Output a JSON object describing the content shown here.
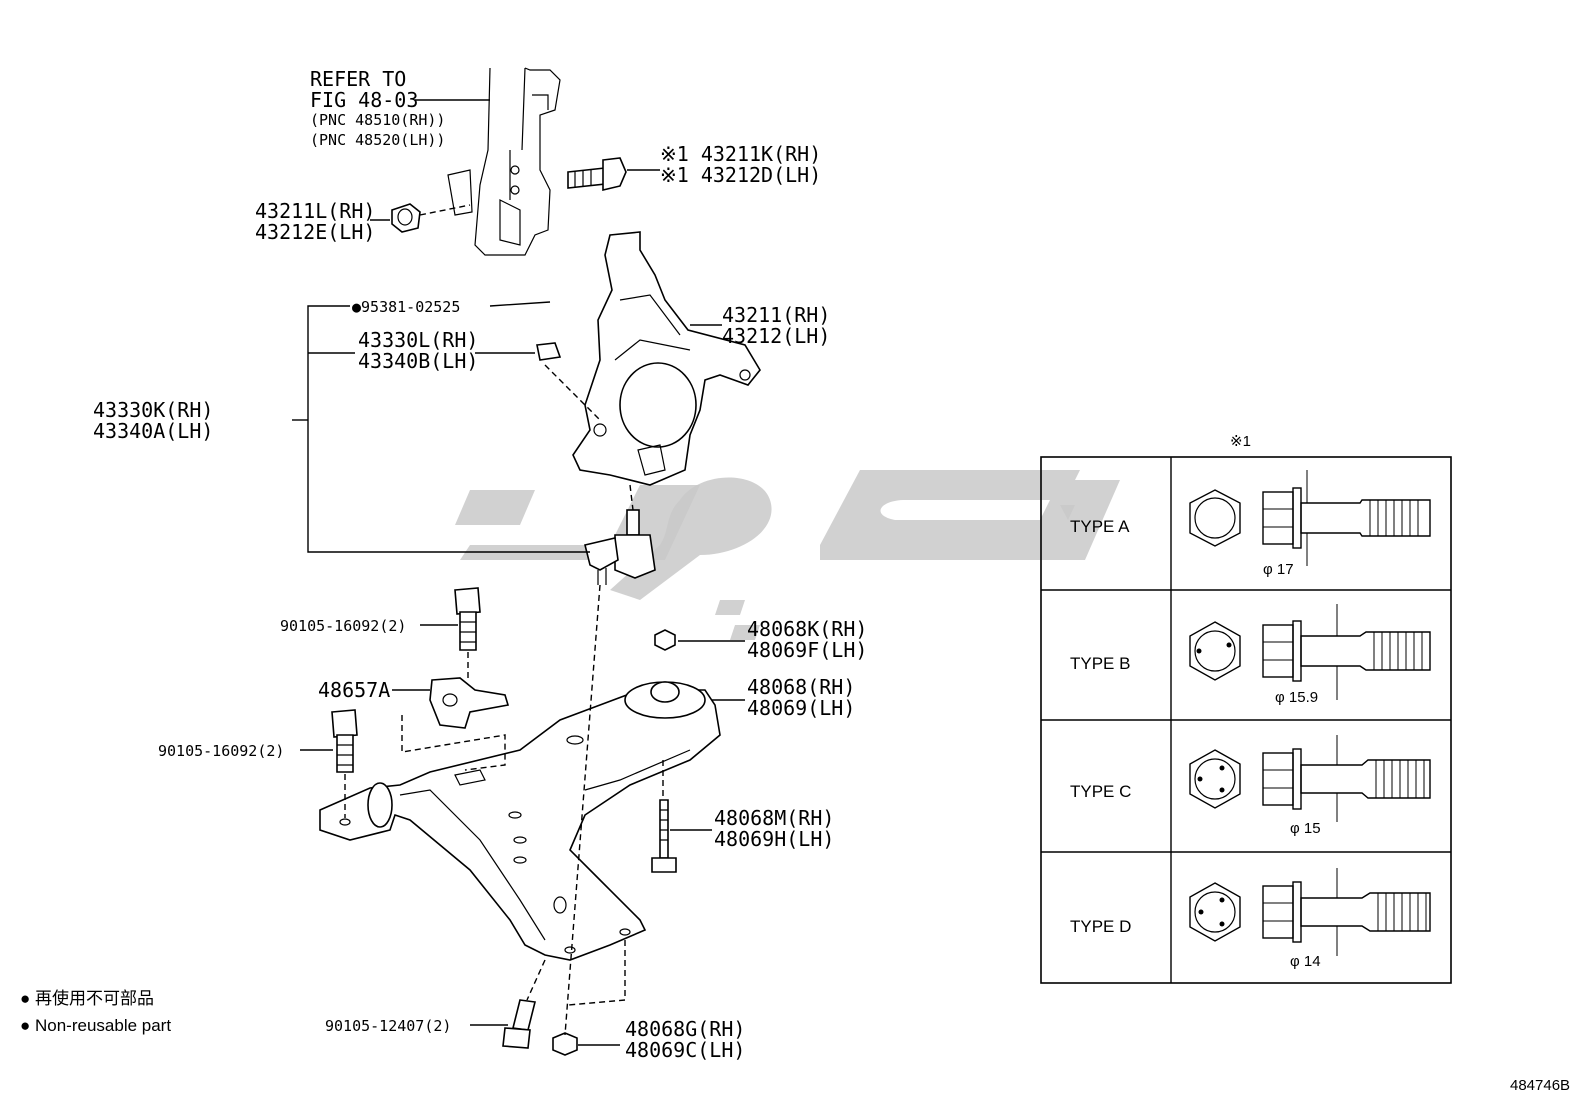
{
  "refer": {
    "line1": "REFER TO",
    "line2": "FIG 48-03",
    "pnc_rh": "(PNC 48510(RH))",
    "pnc_lh": "(PNC 48520(LH))"
  },
  "labels": {
    "bolt_43211K": "※1 43211K(RH)",
    "bolt_43212D": "※1 43212D(LH)",
    "nut_43211L": "43211L(RH)",
    "nut_43212E": "43212E(LH)",
    "pin_95381": "●95381-02525",
    "knuckle_43211": "43211(RH)",
    "knuckle_43212": "43212(LH)",
    "nut_43330L": "43330L(RH)",
    "nut_43340B": "43340B(LH)",
    "joint_43330K": "43330K(RH)",
    "joint_43340A": "43340A(LH)",
    "bolt_90105_16092_a": "90105-16092(2)",
    "bracket_48657A": "48657A",
    "bolt_90105_16092_b": "90105-16092(2)",
    "nut_48068K": "48068K(RH)",
    "nut_48069F": "48069F(LH)",
    "bush_48068": "48068(RH)",
    "bush_48069": "48069(LH)",
    "bolt_48068M": "48068M(RH)",
    "bolt_48069H": "48069H(LH)",
    "bolt_90105_12407": "90105-12407(2)",
    "nut_48068G": "48068G(RH)",
    "nut_48069C": "48069C(LH)"
  },
  "legend": {
    "jp": "● 再使用不可部品",
    "en": "● Non-reusable part"
  },
  "table": {
    "title": "※1",
    "rows": [
      {
        "type": "TYPE A",
        "dim": "φ 17"
      },
      {
        "type": "TYPE B",
        "dim": "φ 15.9"
      },
      {
        "type": "TYPE C",
        "dim": "φ 15"
      },
      {
        "type": "TYPE D",
        "dim": "φ 14"
      }
    ]
  },
  "figure_id": "484746B"
}
